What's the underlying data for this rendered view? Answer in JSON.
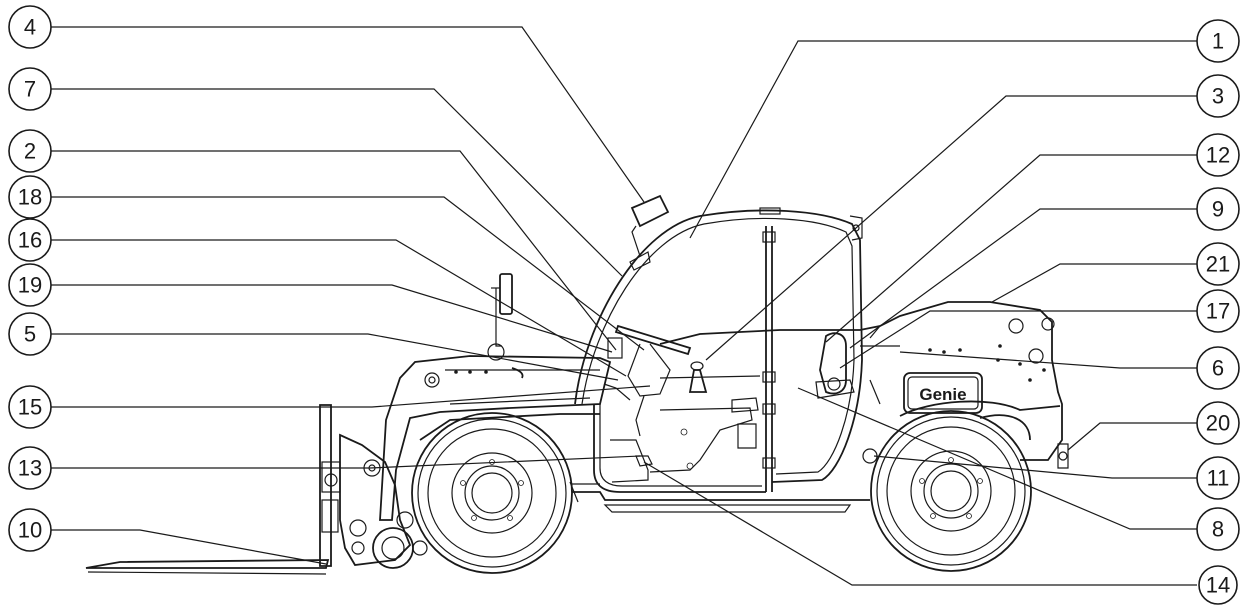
{
  "brand": "Genie",
  "callouts": {
    "c1": "1",
    "c2": "2",
    "c3": "3",
    "c4": "4",
    "c5": "5",
    "c6": "6",
    "c7": "7",
    "c8": "8",
    "c9": "9",
    "c10": "10",
    "c11": "11",
    "c12": "12",
    "c13": "13",
    "c14": "14",
    "c15": "15",
    "c16": "16",
    "c17": "17",
    "c18": "18",
    "c19": "19",
    "c20": "20",
    "c21": "21"
  }
}
